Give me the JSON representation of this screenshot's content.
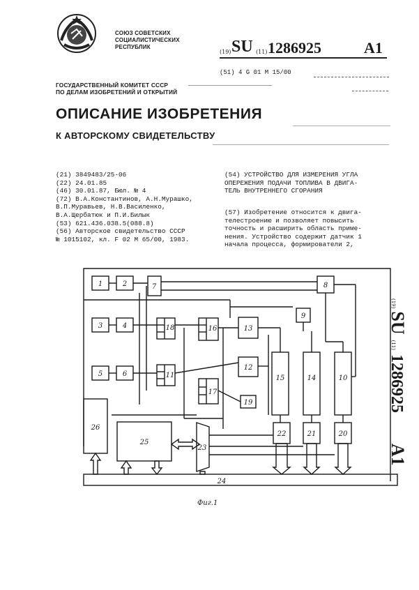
{
  "header": {
    "org_lines": [
      "СОЮЗ СОВЕТСКИХ",
      "СОЦИАЛИСТИЧЕСКИХ",
      "РЕСПУБЛИК"
    ],
    "num_19": "(19)",
    "country": "SU",
    "num_11": "(11)",
    "patent_number": "1286925",
    "kind_code": "A1",
    "classification": "(51) 4 G 01 M 15/00",
    "committee_lines": [
      "ГОСУДАРСТВЕННЫЙ КОМИТЕТ СССР",
      "ПО ДЕЛАМ ИЗОБРЕТЕНИЙ И ОТКРЫТИЙ"
    ]
  },
  "title": {
    "main": "ОПИСАНИЕ ИЗОБРЕТЕНИЯ",
    "sub": "К АВТОРСКОМУ СВИДЕТЕЛЬСТВУ"
  },
  "bibliographic": [
    "(21) 3849483/25-06",
    "(22) 24.01.85",
    "(46) 30.01.87, Бюл. № 4",
    "(72) В.А.Константинов, А.Н.Мурашко,",
    "В.П.Муравьев, Н.В.Василенко,",
    "В.А.Щербатюк и П.И.Билык",
    "(53) 621.436.038.5(088.8)",
    "(56) Авторское свидетельство СССР",
    "№ 1015102, кл. F 02 M 65/00, 1983."
  ],
  "invention_title": [
    "(54) УСТРОЙСТВО ДЛЯ ИЗМЕРЕНИЯ УГЛА",
    "ОПЕРЕЖЕНИЯ ПОДАЧИ ТОПЛИВА В ДВИГА-",
    "ТЕЛЬ ВНУТРЕННЕГО СГОРАНИЯ"
  ],
  "abstract": [
    "(57) Изобретение относится к двига-",
    "телестроению и позволяет повысить",
    "точность и расширить область приме-",
    "нения. Устройство содержит датчик 1",
    "начала процесса, формирователи 2,"
  ],
  "diagram": {
    "caption": "Фиг.1",
    "block_labels": {
      "b1": "1",
      "b2": "2",
      "b3": "3",
      "b4": "4",
      "b5": "5",
      "b6": "6",
      "b7": "7",
      "b8": "8",
      "b9": "9",
      "b10": "10",
      "b11": "11",
      "b12": "12",
      "b13": "13",
      "b14": "14",
      "b15": "15",
      "b16": "16",
      "b17": "17",
      "b18": "18",
      "b19": "19",
      "b20": "20",
      "b21": "21",
      "b22": "22",
      "b23": "23",
      "b24": "24",
      "b25": "25",
      "b26": "26"
    }
  },
  "side_margin": {
    "num_19": "(19)",
    "country": "SU",
    "num_11": "(11)",
    "patent_number": "1286925",
    "kind_code": "A1"
  }
}
